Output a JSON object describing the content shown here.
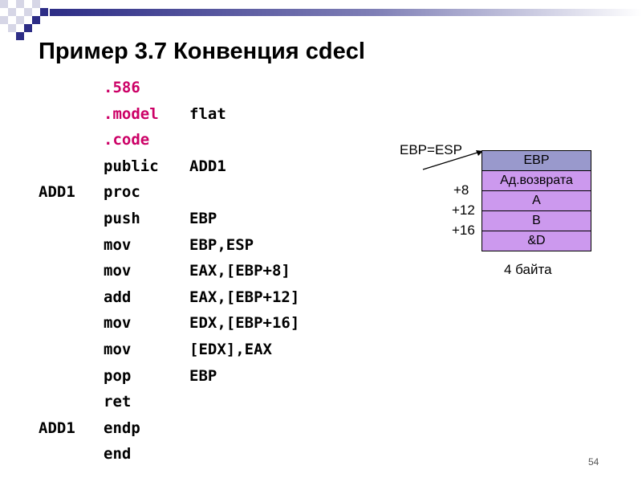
{
  "slide": {
    "title": "Пример 3.7 Конвенция cdecl",
    "page_number": "54"
  },
  "code_lines": [
    {
      "label": "",
      "op": ".586",
      "arg": "",
      "directive": true
    },
    {
      "label": "",
      "op": ".model",
      "arg": "flat",
      "directive": true
    },
    {
      "label": "",
      "op": ".code",
      "arg": "",
      "directive": true
    },
    {
      "label": "",
      "op": "public",
      "arg": "ADD1",
      "directive": false
    },
    {
      "label": "ADD1",
      "op": "proc",
      "arg": "",
      "directive": false
    },
    {
      "label": "",
      "op": "push",
      "arg": "EBP",
      "directive": false
    },
    {
      "label": "",
      "op": "mov",
      "arg": "EBP,ESP",
      "directive": false
    },
    {
      "label": "",
      "op": "mov",
      "arg": "EAX,[EBP+8]",
      "directive": false
    },
    {
      "label": "",
      "op": "add",
      "arg": "EAX,[EBP+12]",
      "directive": false
    },
    {
      "label": "",
      "op": "mov",
      "arg": "EDX,[EBP+16]",
      "directive": false
    },
    {
      "label": "",
      "op": "mov",
      "arg": "[EDX],EAX",
      "directive": false
    },
    {
      "label": "",
      "op": "pop",
      "arg": "EBP",
      "directive": false
    },
    {
      "label": "",
      "op": "ret",
      "arg": "",
      "directive": false
    },
    {
      "label": "ADD1",
      "op": "endp",
      "arg": "",
      "directive": false
    },
    {
      "label": "",
      "op": "end",
      "arg": "",
      "directive": false
    }
  ],
  "stack_diagram": {
    "pointer_label": "EBP=ESP",
    "cells": [
      "EBP",
      "Ад.возврата",
      "A",
      "B",
      "&D"
    ],
    "offsets": [
      "+8",
      "+12",
      "+16"
    ],
    "width_caption": "4 байта"
  },
  "colors": {
    "directive_text": "#cc0066",
    "ebp_cell": "#9999cc",
    "stack_cell": "#cc99ee",
    "header_bar": "#2d2d86"
  }
}
